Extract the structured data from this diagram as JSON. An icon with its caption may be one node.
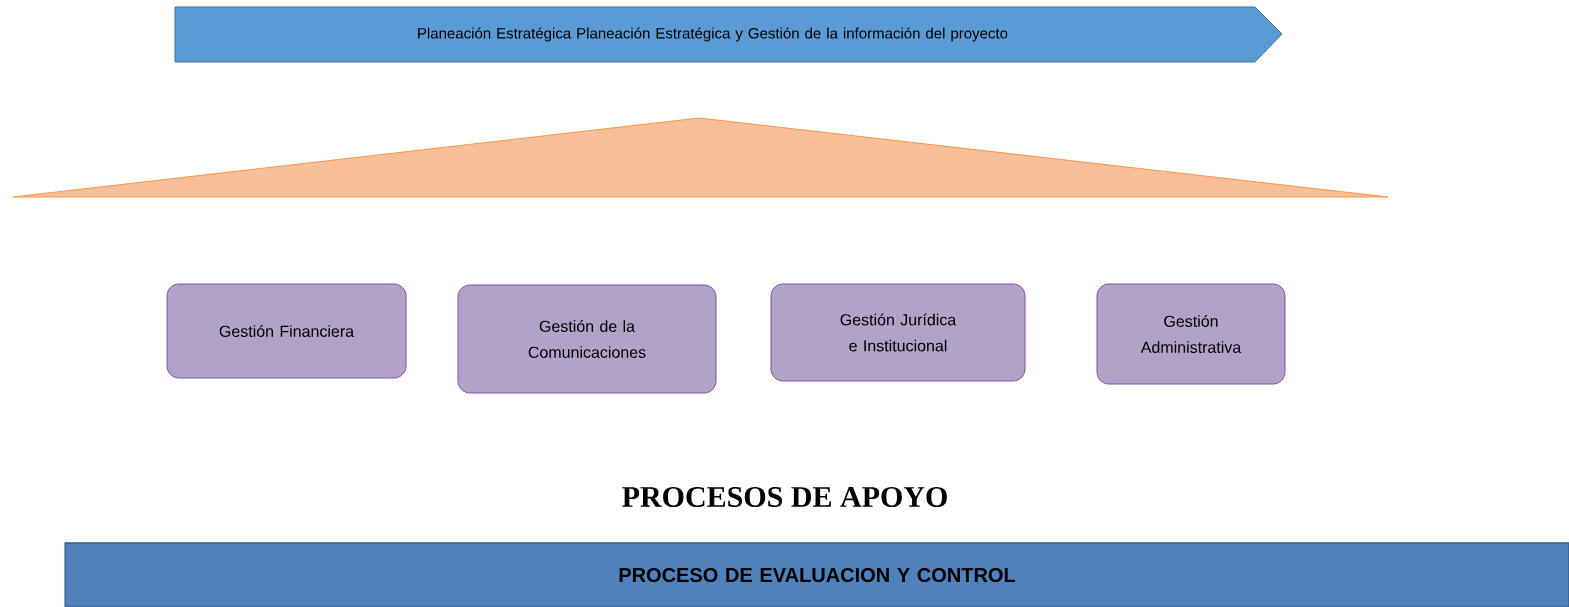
{
  "diagram": {
    "nodes": [
      {
        "text": [
          "Planeación Estratégica Planeación Estratégica y Gestión de la información del proyecto"
        ]
      },
      {
        "text": [],
        "shape": "triangle"
      },
      {
        "text": [
          "Gestión Financiera"
        ]
      },
      {
        "text": [
          "Gestión de la Comunicaciones"
        ]
      },
      {
        "text": [
          "Gestión Jurídica e Institucional"
        ]
      },
      {
        "text": [
          "Gestión Administrativa"
        ]
      },
      {
        "text": [
          "PROCESO DE EVALUACION Y CONTROL"
        ]
      }
    ],
    "edges": [],
    "labels": [
      "PROCESOS DE APOYO"
    ]
  }
}
